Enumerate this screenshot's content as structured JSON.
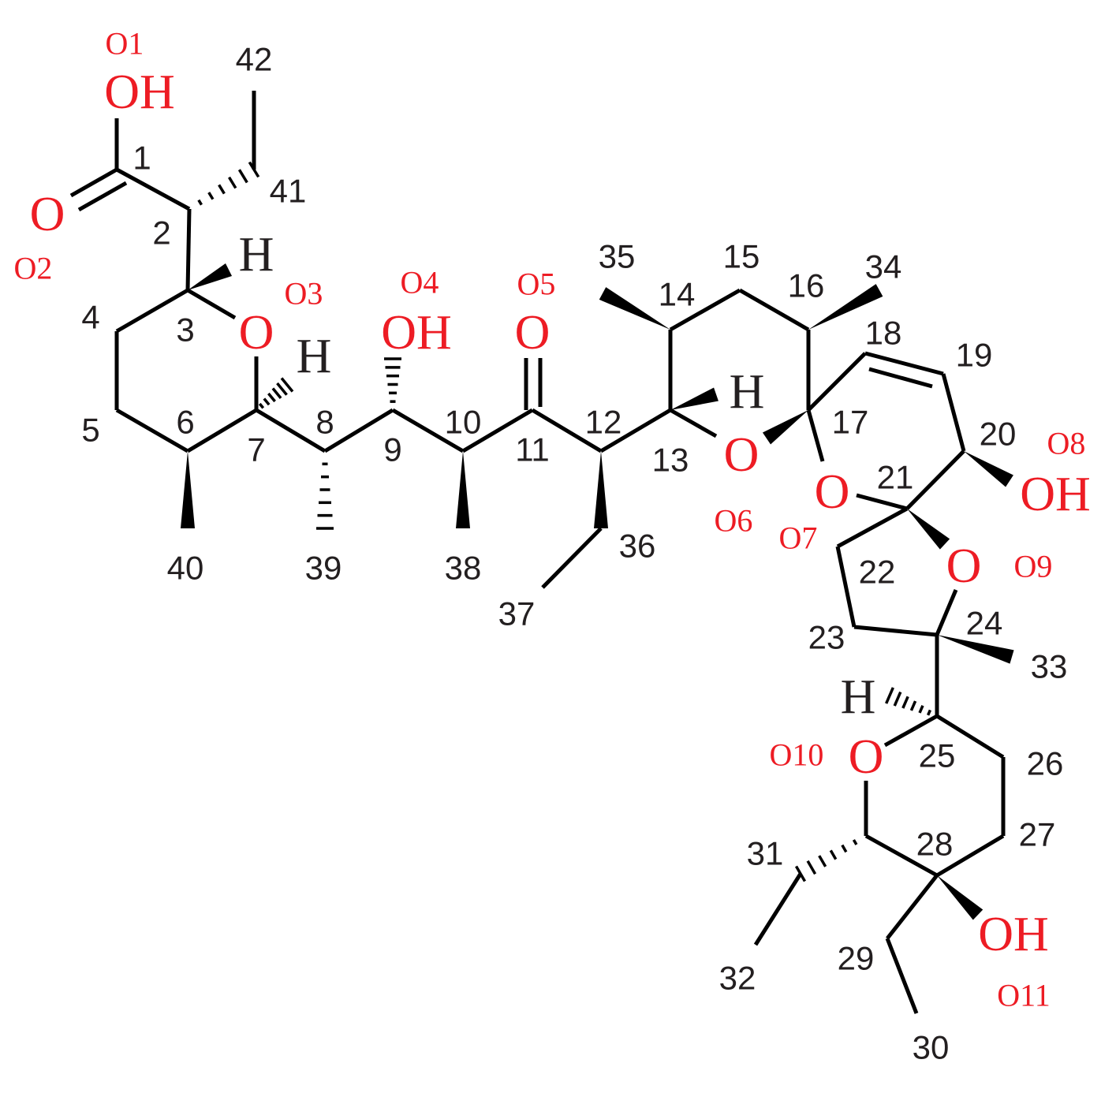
{
  "colors": {
    "bond": "#000000",
    "carbon_label": "#231f20",
    "oxygen": "#ed1c24"
  },
  "carbon_numbers": [
    "1",
    "2",
    "3",
    "4",
    "5",
    "6",
    "7",
    "8",
    "9",
    "10",
    "11",
    "12",
    "13",
    "14",
    "15",
    "16",
    "17",
    "18",
    "19",
    "20",
    "21",
    "22",
    "23",
    "24",
    "25",
    "26",
    "27",
    "28",
    "29",
    "30",
    "31",
    "32",
    "33",
    "34",
    "35",
    "36",
    "37",
    "38",
    "39",
    "40",
    "41",
    "42"
  ],
  "oxygen_numbers": [
    "O1",
    "O2",
    "O3",
    "O4",
    "O5",
    "O6",
    "O7",
    "O8",
    "O9",
    "O10",
    "O11"
  ],
  "atom_symbols": {
    "hydroxyl": "OH",
    "oxygen": "O",
    "hydrogen": "H"
  }
}
